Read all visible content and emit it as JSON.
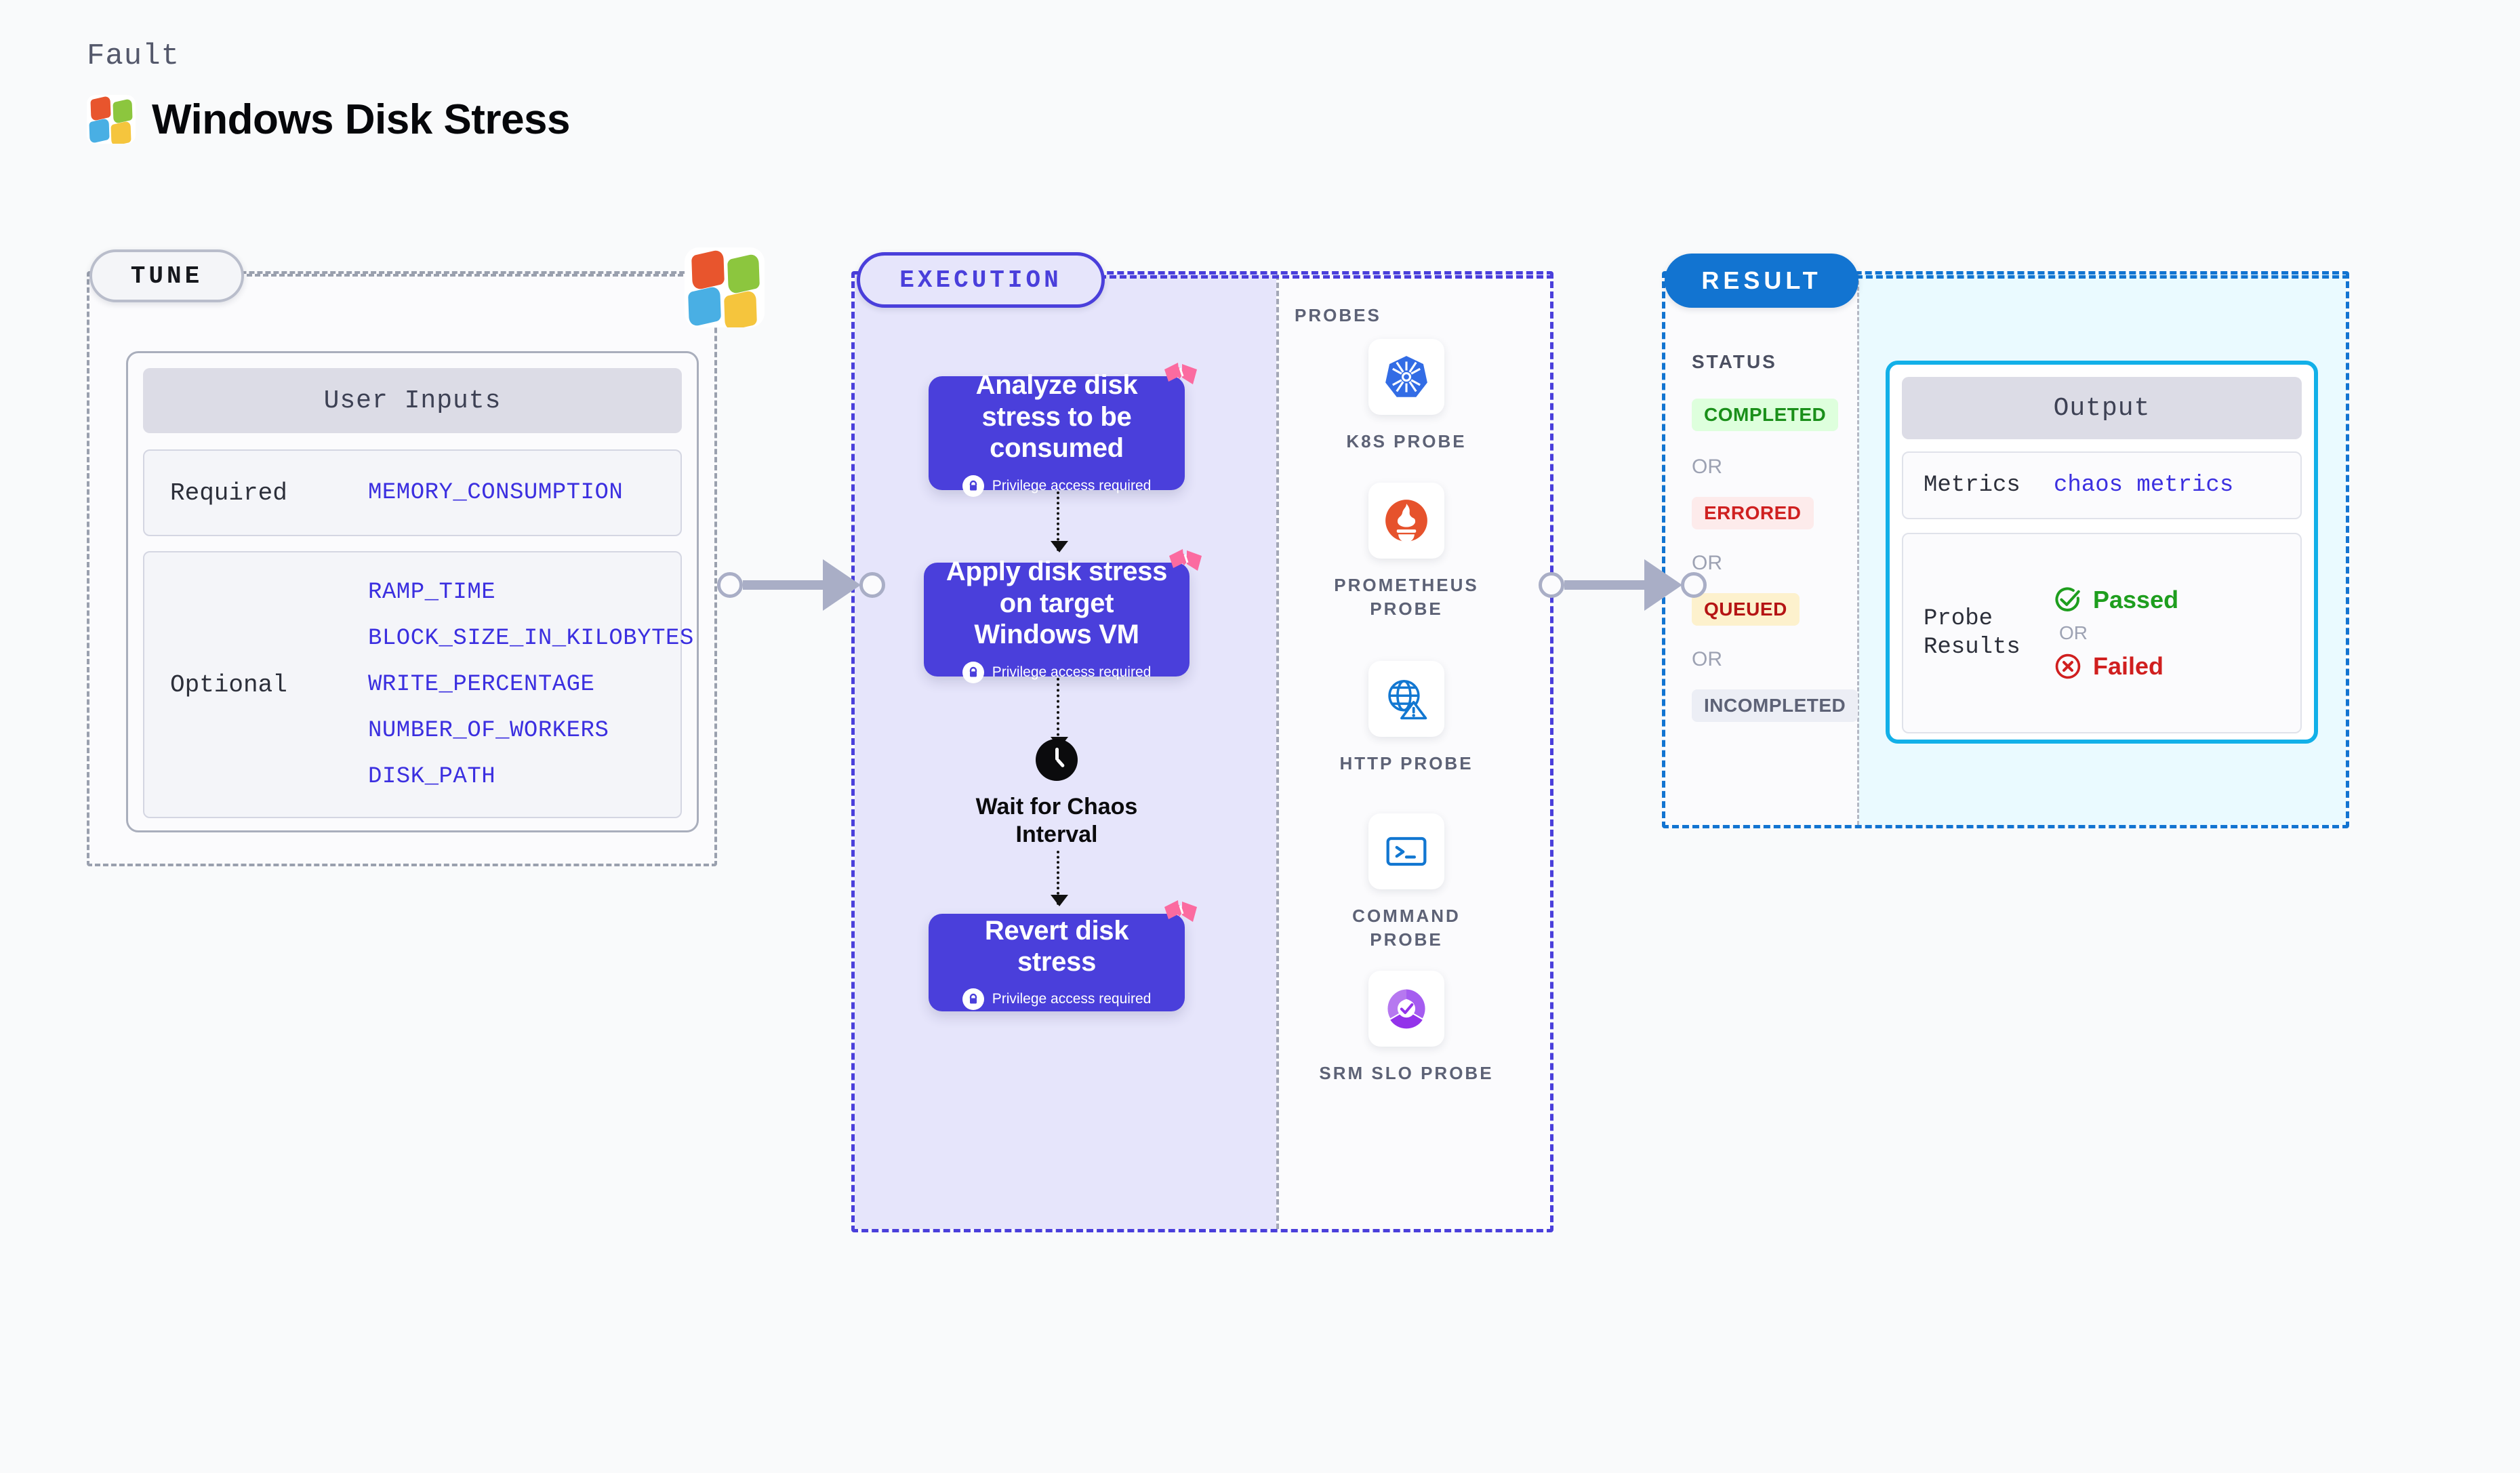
{
  "header": {
    "eyebrow": "Fault",
    "title": "Windows Disk Stress",
    "logo_icon": "windows-logo-icon"
  },
  "tune": {
    "badge": "TUNE",
    "logo_icon": "windows-logo-icon",
    "card_title": "User Inputs",
    "required": {
      "label": "Required",
      "params": [
        "MEMORY_CONSUMPTION"
      ]
    },
    "optional": {
      "label": "Optional",
      "params": [
        "RAMP_TIME",
        "BLOCK_SIZE_IN_KILOBYTES",
        "WRITE_PERCENTAGE",
        "NUMBER_OF_WORKERS",
        "DISK_PATH"
      ]
    }
  },
  "execution": {
    "badge": "EXECUTION",
    "privilege_note": "Privilege access required",
    "nodes": [
      {
        "title": "Analyze disk stress to be consumed",
        "privileged": true,
        "badge_icon": "harness-ribbon-icon"
      },
      {
        "title": "Apply disk stress on target Windows VM",
        "privileged": true,
        "badge_icon": "harness-ribbon-icon"
      },
      {
        "title": "Revert disk stress",
        "privileged": true,
        "badge_icon": "harness-ribbon-icon"
      }
    ],
    "wait_step": {
      "label": "Wait for Chaos Interval",
      "icon": "clock-icon"
    }
  },
  "probes": {
    "title": "PROBES",
    "items": [
      {
        "label": "K8S PROBE",
        "icon": "kubernetes-icon"
      },
      {
        "label": "PROMETHEUS PROBE",
        "icon": "prometheus-icon"
      },
      {
        "label": "HTTP PROBE",
        "icon": "http-globe-icon"
      },
      {
        "label": "COMMAND PROBE",
        "icon": "terminal-icon"
      },
      {
        "label": "SRM SLO PROBE",
        "icon": "srm-slo-icon"
      }
    ]
  },
  "result": {
    "badge": "RESULT",
    "status_title": "STATUS",
    "or_text": "OR",
    "statuses": [
      {
        "label": "COMPLETED",
        "bg": "#deffdd",
        "fg": "#1a8f1a"
      },
      {
        "label": "ERRORED",
        "bg": "#fdebeb",
        "fg": "#cf2020"
      },
      {
        "label": "QUEUED",
        "bg": "#fdf1cd",
        "fg": "#b51414"
      },
      {
        "label": "INCOMPLETED",
        "bg": "#eceef5",
        "fg": "#5d6276"
      }
    ],
    "output": {
      "title": "Output",
      "metrics_label": "Metrics",
      "metrics_value": "chaos metrics",
      "probe_results_label": "Probe Results",
      "passed_label": "Passed",
      "failed_label": "Failed",
      "or_text": "OR",
      "passed_icon": "check-circle-icon",
      "failed_icon": "x-circle-icon"
    }
  },
  "colors": {
    "indigo": "#4a3fdb",
    "blue": "#1274d1",
    "cyan": "#12b0e8",
    "pink": "#fb6ba0",
    "param_blue": "#3b2fe0",
    "gray_dash": "#9aa0ae"
  }
}
